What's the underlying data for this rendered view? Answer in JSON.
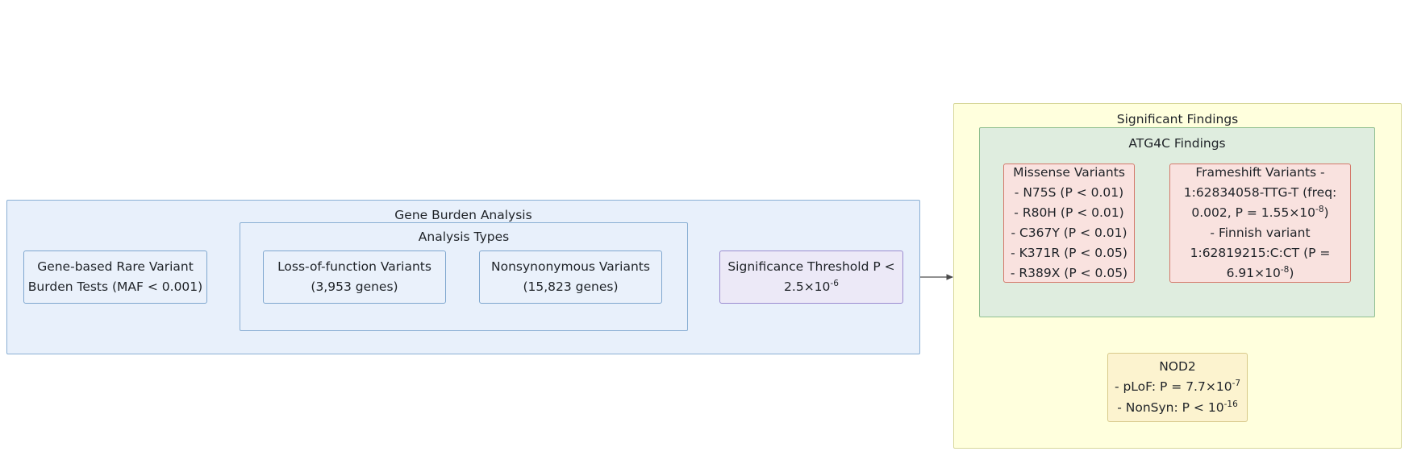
{
  "diagram": {
    "type": "flowchart",
    "background": "#ffffff",
    "accent_colors": {
      "blue_fill": "#e8f0fb",
      "blue_border": "#8aafd4",
      "purple_fill": "#ece9f7",
      "purple_border": "#9b8cd0",
      "yellow_fill": "#ffffdd",
      "yellow_border": "#d7d79a",
      "green_fill": "#dfeddf",
      "green_border": "#8fbf8f",
      "pink_fill": "#f9e2df",
      "pink_border": "#d4786a",
      "cream_fill": "#fcf3cf",
      "cream_border": "#d8c98a",
      "arrow": "#6b6b6b",
      "text": "#1f2328"
    }
  },
  "gene_burden_group": {
    "title": "Gene Burden Analysis"
  },
  "analysis_types_group": {
    "title": "Analysis Types"
  },
  "nodes": {
    "burden_tests": {
      "line1": "Gene-based Rare Variant",
      "line2": "Burden Tests (MAF < 0.001)"
    },
    "lof_variants": {
      "line1": "Loss-of-function Variants",
      "line2": "(3,953 genes)"
    },
    "nonsyn_variants": {
      "line1": "Nonsynonymous Variants",
      "line2": "(15,823 genes)"
    },
    "significance_threshold": {
      "line1": "Significance Threshold P <",
      "value_mantissa": "2.5×10",
      "value_exponent": "-6"
    }
  },
  "significant_findings_group": {
    "title": "Significant Findings"
  },
  "atg4c_group": {
    "title": "ATG4C Findings"
  },
  "missense_variants": {
    "heading": "Missense Variants",
    "items": [
      "- N75S (P < 0.01)",
      "- R80H (P < 0.01)",
      "- C367Y (P < 0.01)",
      "- K371R (P < 0.05)",
      "- R389X (P < 0.05)"
    ]
  },
  "frameshift_variants": {
    "line1": "Frameshift Variants -",
    "line2": "1:62834058-TTG-T  (freq:",
    "line3_prefix": "0.002, P = 1.55×10",
    "line3_exponent": "-8",
    "line3_suffix": ")",
    "line4": "- Finnish variant",
    "line5": "1:62819215:C:CT  (P =",
    "line6_prefix": "6.91×10",
    "line6_exponent": "-8",
    "line6_suffix": ")"
  },
  "nod2": {
    "heading": "NOD2",
    "plof_prefix": "- pLoF: P = 7.7×10",
    "plof_exponent": "-7",
    "nonsyn_prefix": "- NonSyn: P < 10",
    "nonsyn_exponent": "-16"
  },
  "edges": [
    {
      "name": "burden-to-analysis-types",
      "from": "burden_tests",
      "to": "analysis_types_group"
    },
    {
      "name": "analysis-types-to-threshold",
      "from": "analysis_types_group",
      "to": "significance_threshold"
    },
    {
      "name": "threshold-to-findings",
      "from": "significance_threshold",
      "to": "significant_findings_group"
    }
  ]
}
